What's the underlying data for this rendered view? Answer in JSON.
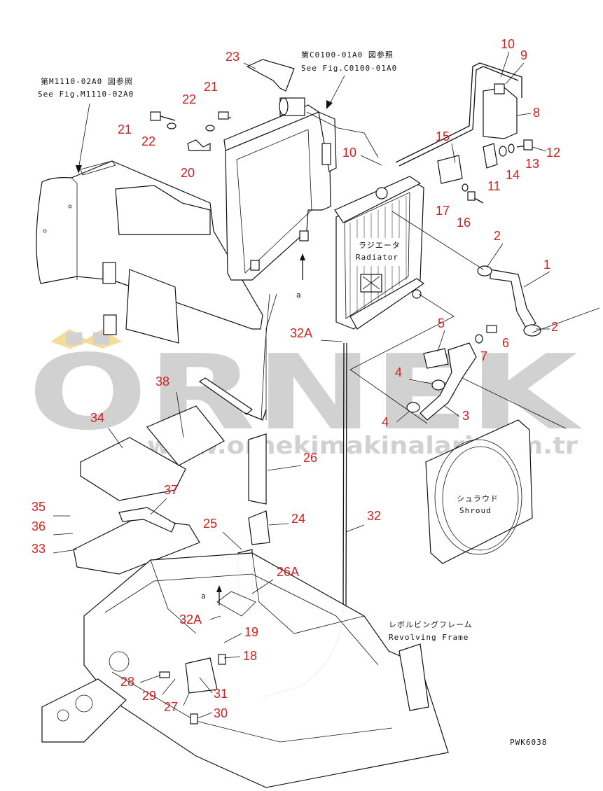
{
  "refs": {
    "top_left_jp": "第M1110-02A0 図参照",
    "top_left_en": "See Fig.M1110-02A0",
    "top_center_jp": "第C0100-01A0 図参照",
    "top_center_en": "See Fig.C0100-01A0",
    "radiator_jp": "ラジエータ",
    "radiator_en": "Radiator",
    "shroud_jp": "シュラウド",
    "shroud_en": "Shroud",
    "frame_jp": "レボルビングフレーム",
    "frame_en": "Revolving Frame",
    "view_a": "a",
    "drawing_no": "PWK6038"
  },
  "watermark": {
    "brand": "ÖRNEK",
    "url": "www.ornekimakinalari.com.tr"
  },
  "callouts": [
    "23",
    "10",
    "9",
    "8",
    "12",
    "13",
    "14",
    "11",
    "15",
    "10",
    "17",
    "16",
    "21",
    "22",
    "21",
    "22",
    "20",
    "2",
    "1",
    "2",
    "6",
    "7",
    "5",
    "4",
    "4",
    "3",
    "32A",
    "38",
    "34",
    "26",
    "37",
    "35",
    "36",
    "33",
    "24",
    "25",
    "32",
    "26A",
    "32A",
    "19",
    "18",
    "28",
    "29",
    "27",
    "31",
    "30"
  ],
  "colors": {
    "callout": "#d42020",
    "line": "#111111",
    "watermark": "#c9c9c9",
    "watermark_accent": "#f3d88a"
  }
}
